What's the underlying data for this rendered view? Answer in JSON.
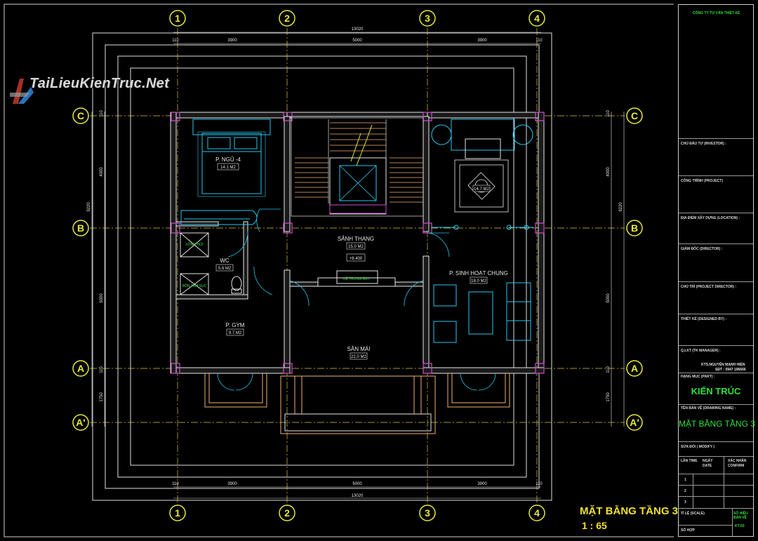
{
  "grid": {
    "col_labels": [
      "1",
      "2",
      "3",
      "4"
    ],
    "row_labels": [
      "C",
      "B",
      "A",
      "A'"
    ]
  },
  "dims": {
    "top_total": "13020",
    "bottom_total": "13020",
    "top_segments": [
      "110",
      "3900",
      "5000",
      "3900",
      "110"
    ],
    "bottom_segments": [
      "110",
      "3900",
      "5000",
      "3900",
      "110"
    ],
    "side_total": "9220",
    "side_segments": [
      "110",
      "4000",
      "5000",
      "110",
      "1750"
    ]
  },
  "rooms": [
    {
      "name": "P. NGỦ -4",
      "area": "14.1 M2"
    },
    {
      "name": "SẢNH THANG",
      "area": "15.0 M2"
    },
    {
      "name": "",
      "area": "14.7 M2"
    },
    {
      "name": "WC",
      "area": "5.6 M2"
    },
    {
      "name": "P. SINH HOẠT CHUNG",
      "area": "18.0 M2"
    },
    {
      "name": "P. GYM",
      "area": "9.7 M2"
    },
    {
      "name": "SÂN MÁI",
      "area": "22.0 M2"
    }
  ],
  "annotations": {
    "level": "+8.400",
    "shelf": "KỆ TRƯNG BÀY",
    "shower": "XÔNG HƠI",
    "bath": "BỒN TẮM SỤC"
  },
  "watermark": "TaiLieuKienTruc.Net",
  "drawing_title": "MẶT BẰNG TẦNG 3",
  "drawing_scale": "1 : 65",
  "colors": {
    "grid_bubble": "#e8e83a",
    "wall": "#e6e6e6",
    "furniture": "#29c7ef",
    "column": "#d24bd2",
    "railing": "#f0b070",
    "title_text": "#f0e028",
    "titleblock_value": "#2fe03a"
  },
  "title_block": {
    "company": "CÔNG TY TƯ VẤN THIẾT KẾ",
    "fields": [
      {
        "label": "CHỦ ĐẦU TƯ (INVESTOR) :"
      },
      {
        "label": "CÔNG TRÌNH (PROJECT)"
      },
      {
        "label": "ĐỊA ĐIỂM XÂY DỰNG (LOCATION) :"
      },
      {
        "label": "GIÁM ĐỐC (DIRECTOR) :"
      },
      {
        "label": "CHỦ TRÌ (PROJECT DIRECTOR) :"
      },
      {
        "label": "THIẾT KẾ (DESIGNED BY) :"
      },
      {
        "label": "Q.LKT (TK MANAGER) :"
      }
    ],
    "manager_name": "KTS.NGUYỄN MẠNH HIỂN",
    "manager_phone": "SĐT : 0947 196666",
    "category_label": "HẠNG MỤC (PART) :",
    "category_value": "KIẾN TRÚC",
    "drawing_name_label": "TÊN BẢN VẼ (DRAWING NAME) :",
    "drawing_name_value": "MẶT BẰNG TẦNG 3",
    "modify_label": "SỬA ĐỔI ( MODIFY )",
    "modify_headers": [
      "LẦN TIME",
      "NGÀY DATE",
      "XÁC NHẬN CONFIRM"
    ],
    "modify_rows": [
      "1",
      "2",
      "3"
    ],
    "scale_label": "TỈ LỆ (SCALE)",
    "sheet_label": "SỐ HIỆU BẢN VẼ",
    "sheet_value": "KT-03",
    "number_label": "SỐ HỢP"
  }
}
